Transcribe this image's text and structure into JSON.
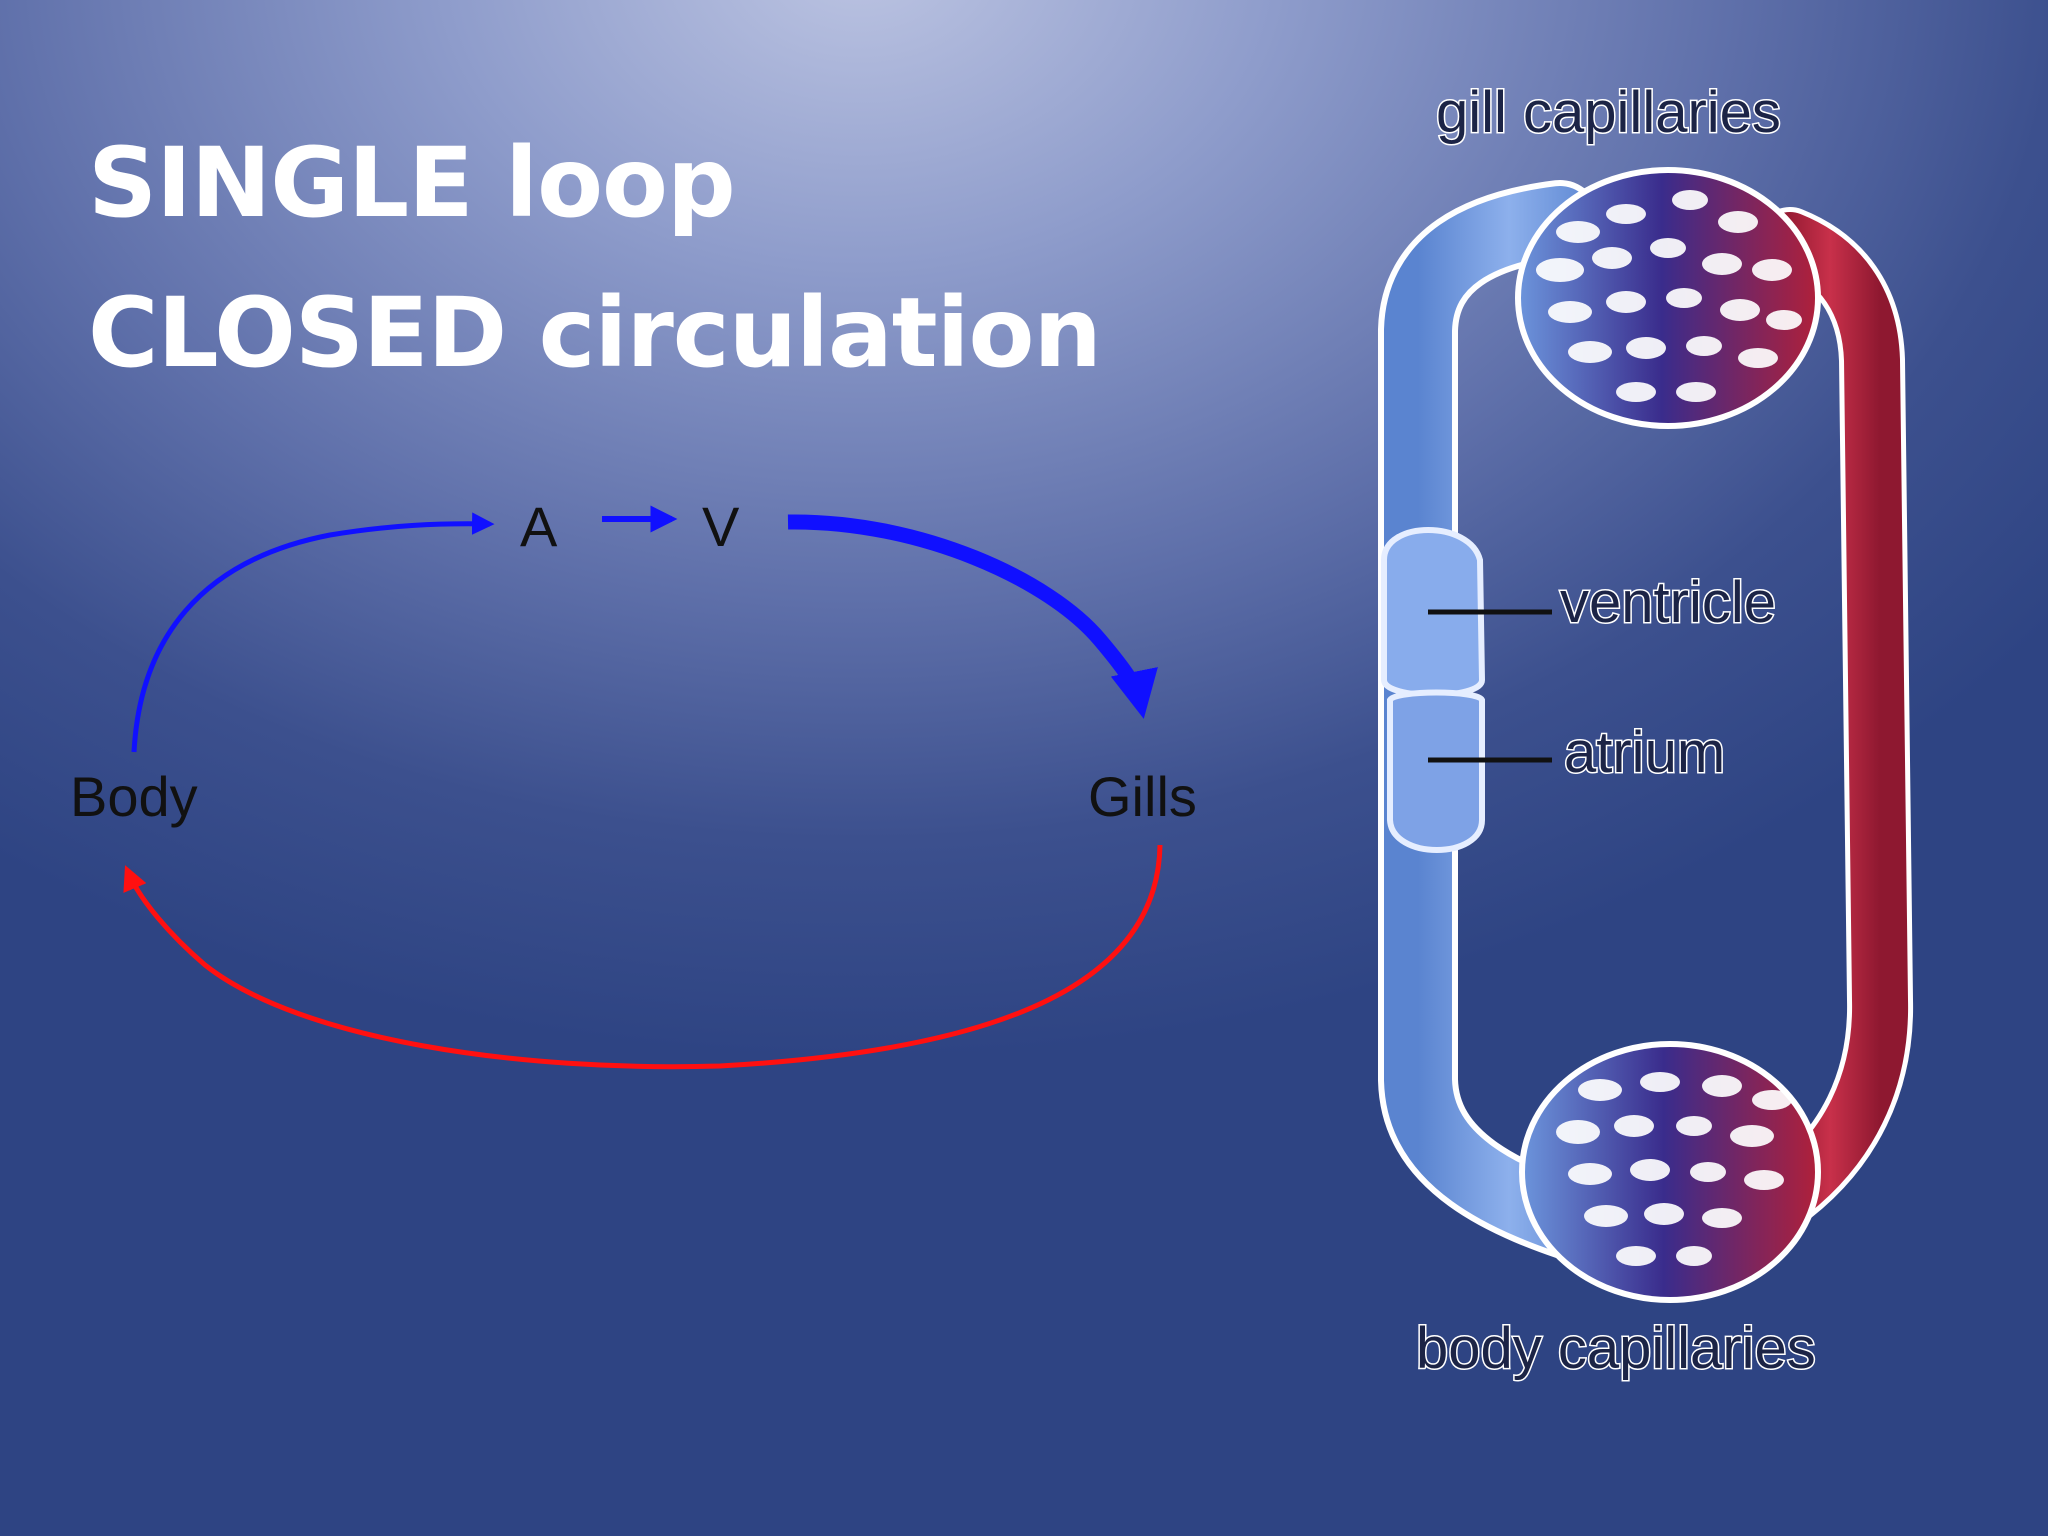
{
  "title": {
    "line1": "SINGLE loop",
    "line2": "CLOSED circulation"
  },
  "loop_diagram": {
    "atrium_label": "A",
    "ventricle_label": "V",
    "body_label": "Body",
    "gills_label": "Gills",
    "deoxygenated_color": "#1010ff",
    "oxygenated_color": "#ff1010"
  },
  "fish_heart_diagram": {
    "gill_capillaries_label": "gill capillaries",
    "ventricle_label": "ventricle",
    "atrium_label": "atrium",
    "body_capillaries_label": "body capillaries",
    "vein_color": "#6c95dc",
    "artery_color": "#b0203a"
  }
}
